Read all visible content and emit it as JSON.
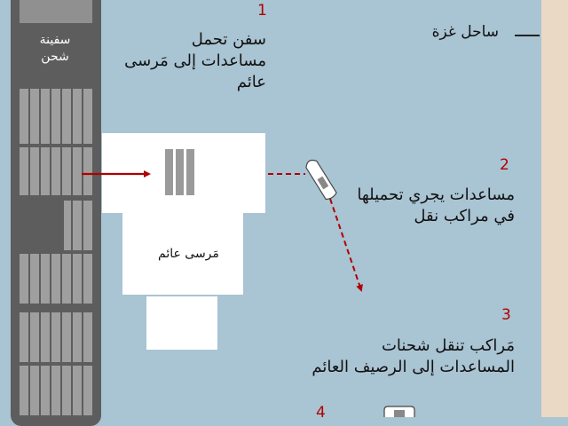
{
  "coast_label": "ساحل غزة",
  "ship_label": "سفينة\nشحن",
  "pier_label": "مَرسى عائم",
  "steps": [
    {
      "number": "1",
      "text": "سفن تحمل\nمساعدات إلى مَرسى\nعائم"
    },
    {
      "number": "2",
      "text": "مساعدات يجري تحميلها\nفي مراكب نقل"
    },
    {
      "number": "3",
      "text": "مَراكب تنقل شحنات\nالمساعدات إلى الرصيف العائم"
    },
    {
      "number": "4",
      "text": ""
    }
  ],
  "colors": {
    "sea": "#a9c4d3",
    "shore": "#ead9c5",
    "ship": "#5d5d5d",
    "container": "#9f9f9f",
    "arrow": "#b00000"
  }
}
